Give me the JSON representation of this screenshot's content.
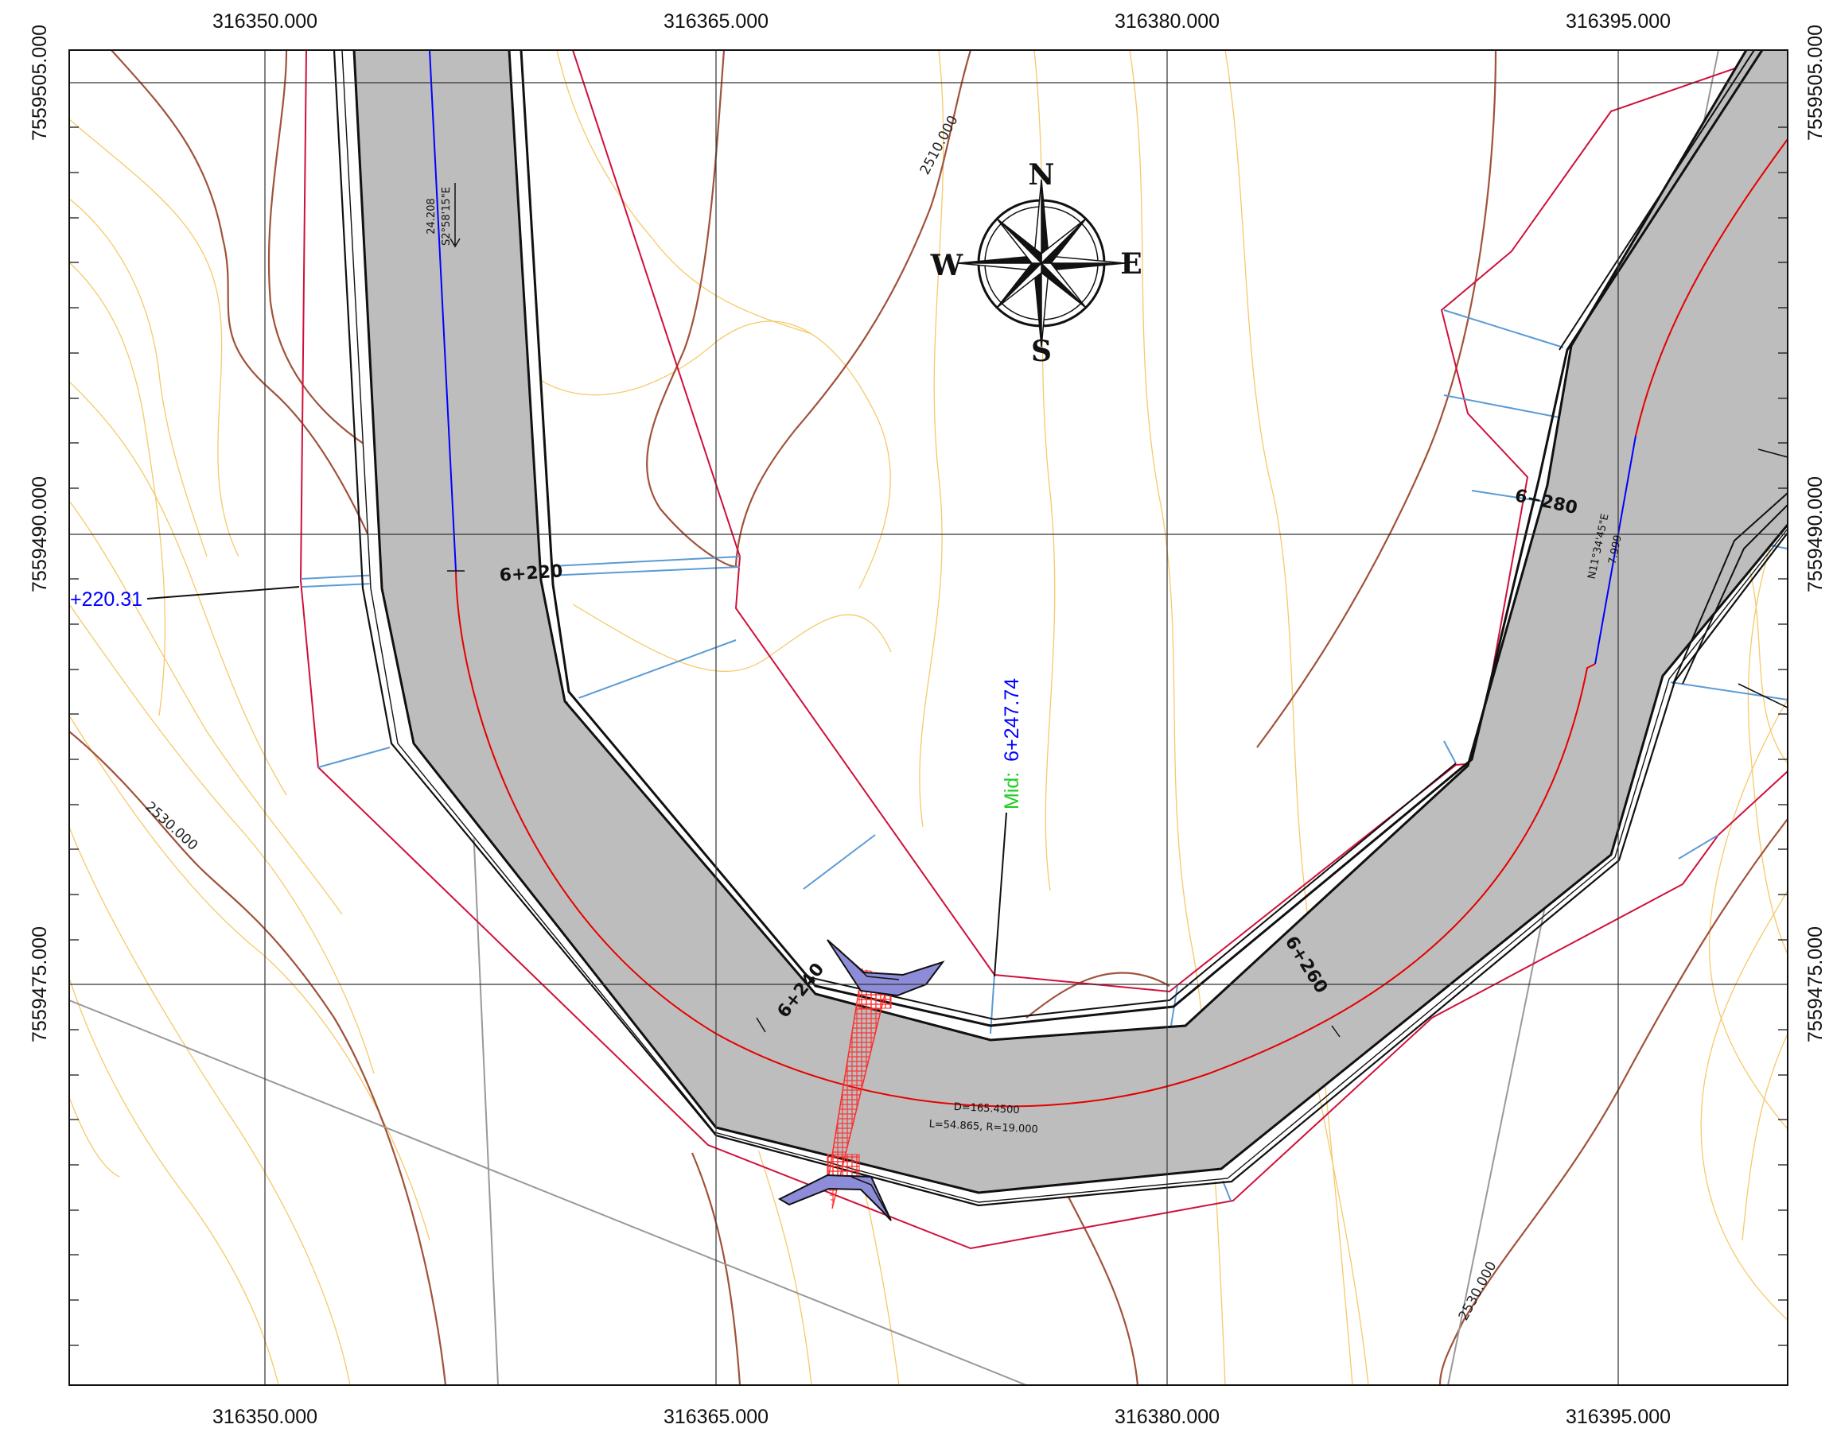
{
  "grid": {
    "x_top": [
      "316350.000",
      "316365.000",
      "316380.000",
      "316395.000"
    ],
    "x_bottom": [
      "316350.000",
      "316365.000",
      "316380.000",
      "316395.000"
    ],
    "y_left": [
      "7559505.000",
      "7559490.000",
      "7559475.000"
    ],
    "y_right": [
      "7559505.000",
      "7559490.000",
      "7559475.000"
    ]
  },
  "stations": [
    "6+220",
    "6+240",
    "6+260",
    "6+280"
  ],
  "alignment": {
    "bearing_1": "S2°58'15\"E",
    "length_1": "24.208",
    "bearing_2": "N11°34'45\"E",
    "length_2": "7.999",
    "curve_line1": "D=165.4500",
    "curve_line2": "L=54.865, R=19.000",
    "pc_label": "+220.31",
    "mid_prefix": "Mid:",
    "mid_station": "6+247.74"
  },
  "contours": [
    "2510.000",
    "2530.000",
    "2530.000"
  ],
  "compass": {
    "n": "N",
    "e": "E",
    "s": "S",
    "w": "W"
  },
  "colors": {
    "road": "#bdbdbd",
    "boundary": "#d0103a",
    "contour_major": "#a0523a",
    "contour_minor": "#f5c96a",
    "section": "#5b9bd5",
    "centerline": "#e60000",
    "tangent": "#0000ff",
    "mid": "#22cc22",
    "culvert": "#8c8cd8"
  }
}
